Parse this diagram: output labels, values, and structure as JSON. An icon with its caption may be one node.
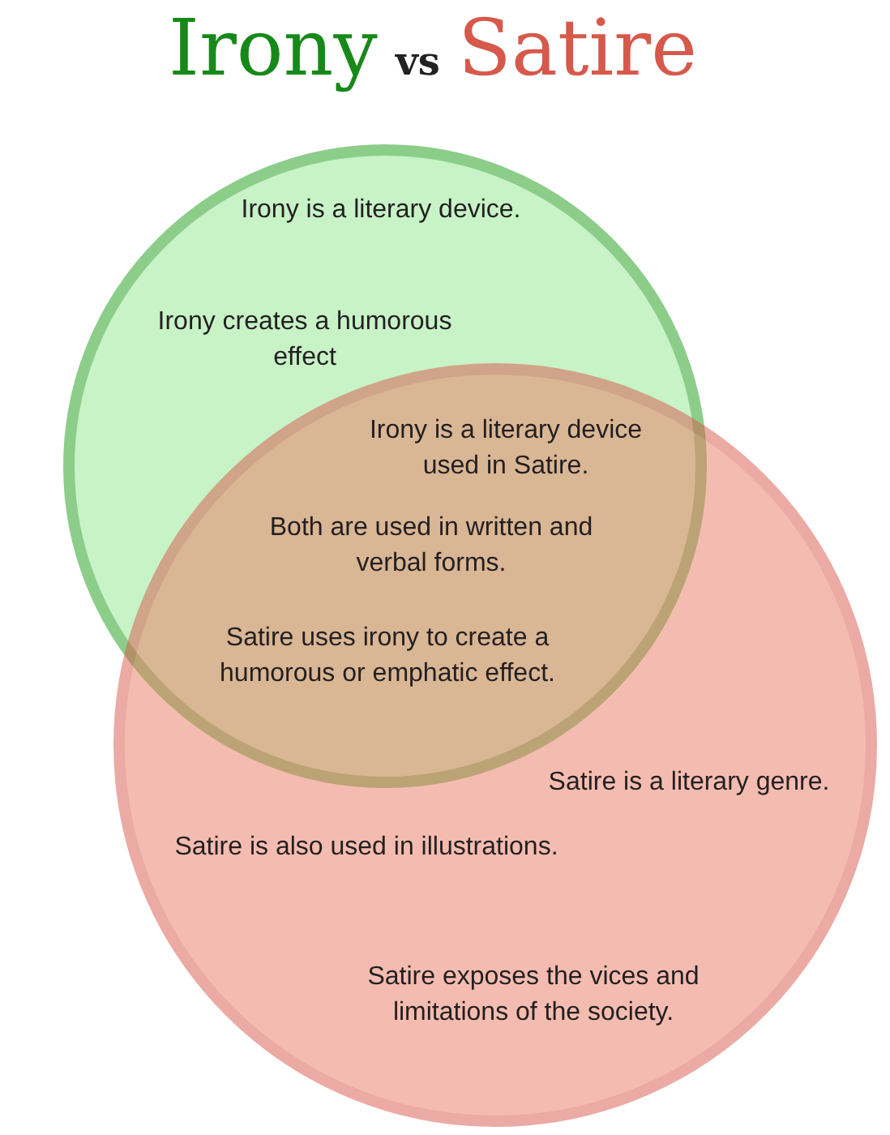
{
  "diagram": {
    "title": "Irony vs Satire",
    "nodes": [
      {
        "text": [
          "Irony is a literary device.",
          "Irony creates a humorous effect"
        ]
      },
      {
        "text": [
          "Satire is a literary genre.",
          "Satire is also used in illustrations.",
          "Satire exposes the vices and limitations of the society."
        ]
      }
    ],
    "labels": [
      "Irony is a literary device used in Satire.",
      "Both are used in written and verbal forms.",
      "Satire uses irony to create a humorous or emphatic effect."
    ]
  }
}
